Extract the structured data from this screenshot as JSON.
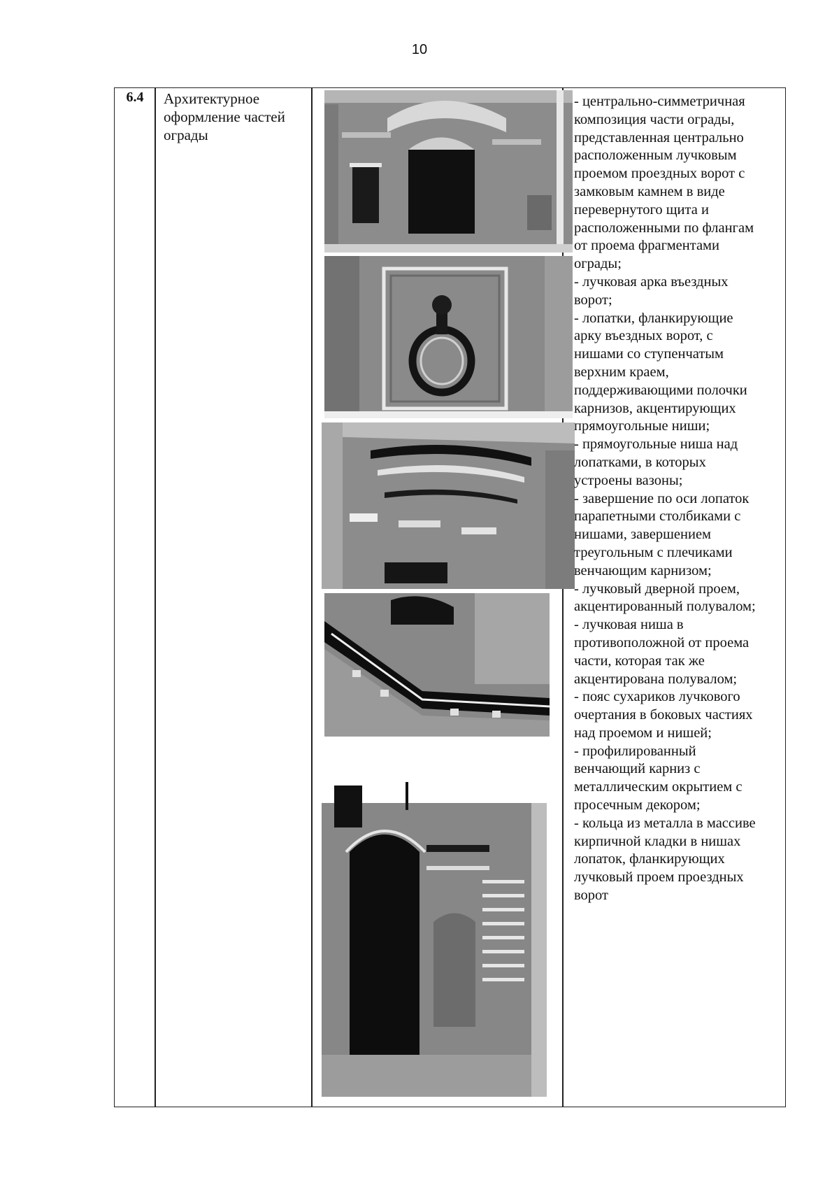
{
  "page": {
    "number": "10"
  },
  "row": {
    "number": "6.4",
    "name_lines": [
      "Архитектурное",
      "оформление частей",
      "ограды"
    ],
    "description_lines": [
      "- центрально-симметричная",
      "композиция части ограды,",
      "представленная центрально",
      "расположенным лучковым",
      "проемом проездных ворот с",
      "замковым камнем в виде",
      "перевернутого щита и",
      "расположенными по флангам",
      "от проема фрагментами",
      "ограды;",
      "- лучковая арка въездных",
      "ворот;",
      "- лопатки, фланкирующие",
      "арку въездных ворот, с",
      "нишами со ступенчатым",
      "верхним краем,",
      "поддерживающими полочки",
      "карнизов, акцентирующих",
      "прямоугольные ниши;",
      "- прямоугольные ниша над",
      "лопатками, в которых",
      "устроены вазоны;",
      "- завершение по оси лопаток",
      "парапетными столбиками с",
      "нишами, завершением",
      "треугольным с плечиками",
      "венчающим карнизом;",
      "- лучковый дверной проем,",
      "акцентированный полувалом;",
      "- лучковая ниша в",
      "противоположной от проема",
      "части, которая так же",
      "акцентирована полувалом;",
      "- пояс сухариков лучкового",
      "очертания в боковых частиях",
      "над проемом и нишей;",
      "- профилированный",
      "венчающий карниз с",
      "металлическим окрытием с",
      "просечным декором;",
      "- кольца из металла в массиве",
      "кирпичной кладки в нишах",
      "лопаток, фланкирующих",
      "лучковый проем проездных",
      "ворот"
    ]
  },
  "photos": [
    {
      "subject": "gate-facade",
      "colors": {
        "bg": "#8c8c8c",
        "dark": "#101010",
        "light": "#e8e8e8"
      }
    },
    {
      "subject": "iron-ring-niche",
      "colors": {
        "bg": "#8a8a8a",
        "dark": "#141414",
        "light": "#f0f0f0"
      }
    },
    {
      "subject": "cornice-detail",
      "colors": {
        "bg": "#8c8c8c",
        "dark": "#111111",
        "light": "#ececec"
      }
    },
    {
      "subject": "brick-corbel-frieze",
      "colors": {
        "bg": "#888888",
        "dark": "#0e0e0e",
        "light": "#eeeeee"
      }
    },
    {
      "subject": "gate-arch-perspective",
      "colors": {
        "bg": "#878787",
        "dark": "#0d0d0d",
        "light": "#e6e6e6"
      }
    }
  ]
}
